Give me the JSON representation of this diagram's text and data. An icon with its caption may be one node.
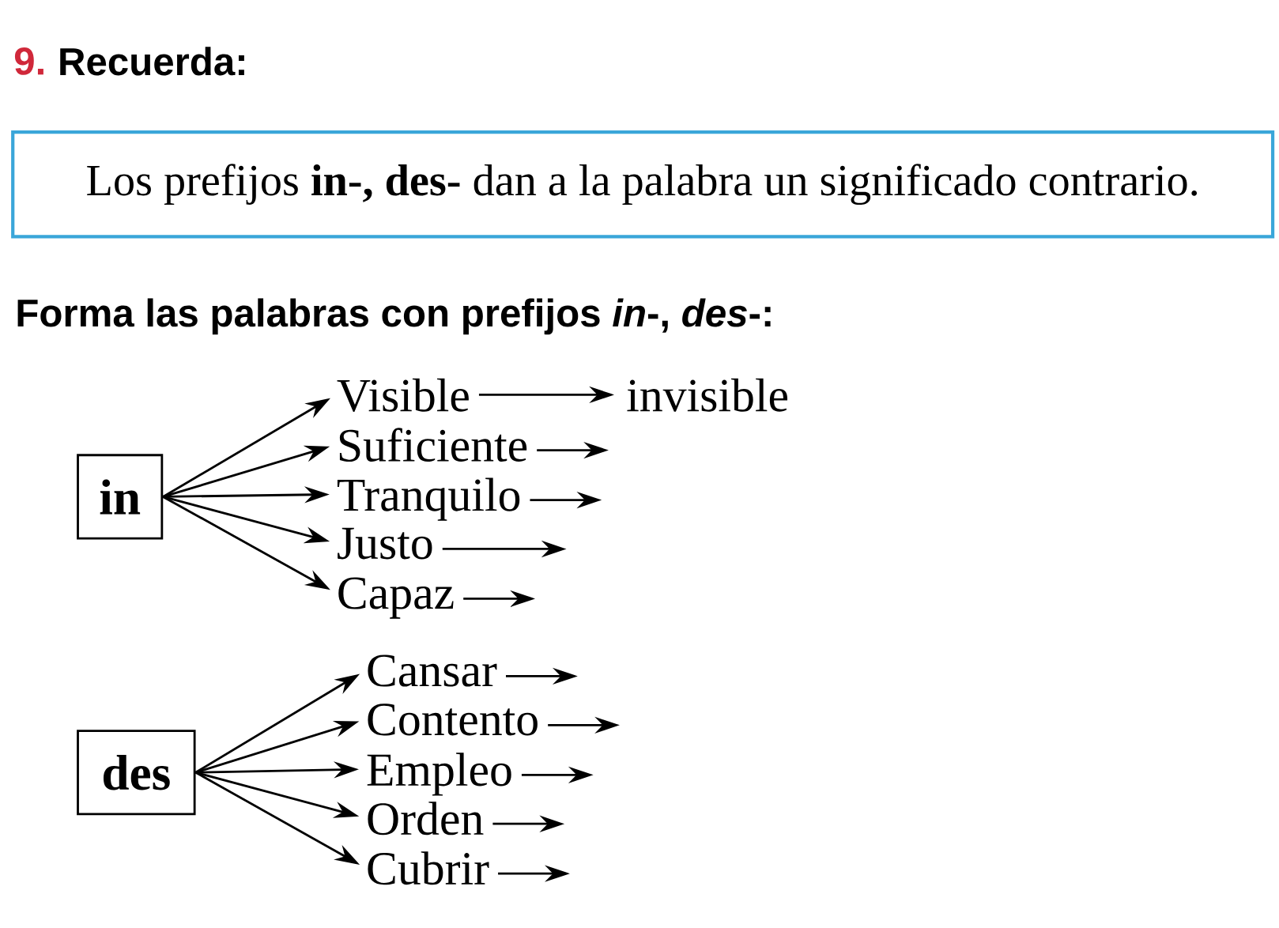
{
  "diagram": {
    "title": "Recuerda:",
    "labels": [
      "9.",
      "Forma las palabras con prefijos *in*-, *des*-:"
    ],
    "nodes": [
      {
        "text": [
          "Los prefijos **in-, des-** dan a la palabra un significado contrario."
        ]
      },
      {
        "text": [
          "in"
        ]
      },
      {
        "text": [
          "Visible"
        ]
      },
      {
        "text": [
          "Suficiente"
        ]
      },
      {
        "text": [
          "Tranquilo"
        ]
      },
      {
        "text": [
          "Justo"
        ]
      },
      {
        "text": [
          "Capaz"
        ]
      },
      {
        "text": [
          "invisible"
        ]
      },
      {
        "text": [
          "des"
        ]
      },
      {
        "text": [
          "Cansar"
        ]
      },
      {
        "text": [
          "Contento"
        ]
      },
      {
        "text": [
          "Empleo"
        ]
      },
      {
        "text": [
          "Orden"
        ]
      },
      {
        "text": [
          "Cubrir"
        ]
      }
    ],
    "edges": [
      {
        "from": 1,
        "to": 2,
        "arrow": "to"
      },
      {
        "from": 1,
        "to": 3,
        "arrow": "to"
      },
      {
        "from": 1,
        "to": 4,
        "arrow": "to"
      },
      {
        "from": 1,
        "to": 5,
        "arrow": "to"
      },
      {
        "from": 1,
        "to": 6,
        "arrow": "to"
      },
      {
        "from": 2,
        "to": 7,
        "arrow": "to"
      },
      {
        "from": 3,
        "to": null,
        "arrow": "to"
      },
      {
        "from": 4,
        "to": null,
        "arrow": "to"
      },
      {
        "from": 5,
        "to": null,
        "arrow": "to"
      },
      {
        "from": 6,
        "to": null,
        "arrow": "to"
      },
      {
        "from": 8,
        "to": 9,
        "arrow": "to"
      },
      {
        "from": 8,
        "to": 10,
        "arrow": "to"
      },
      {
        "from": 8,
        "to": 11,
        "arrow": "to"
      },
      {
        "from": 8,
        "to": 12,
        "arrow": "to"
      },
      {
        "from": 8,
        "to": 13,
        "arrow": "to"
      },
      {
        "from": 9,
        "to": null,
        "arrow": "to"
      },
      {
        "from": 10,
        "to": null,
        "arrow": "to"
      },
      {
        "from": 11,
        "to": null,
        "arrow": "to"
      },
      {
        "from": 12,
        "to": null,
        "arrow": "to"
      },
      {
        "from": 13,
        "to": null,
        "arrow": "to"
      }
    ]
  }
}
